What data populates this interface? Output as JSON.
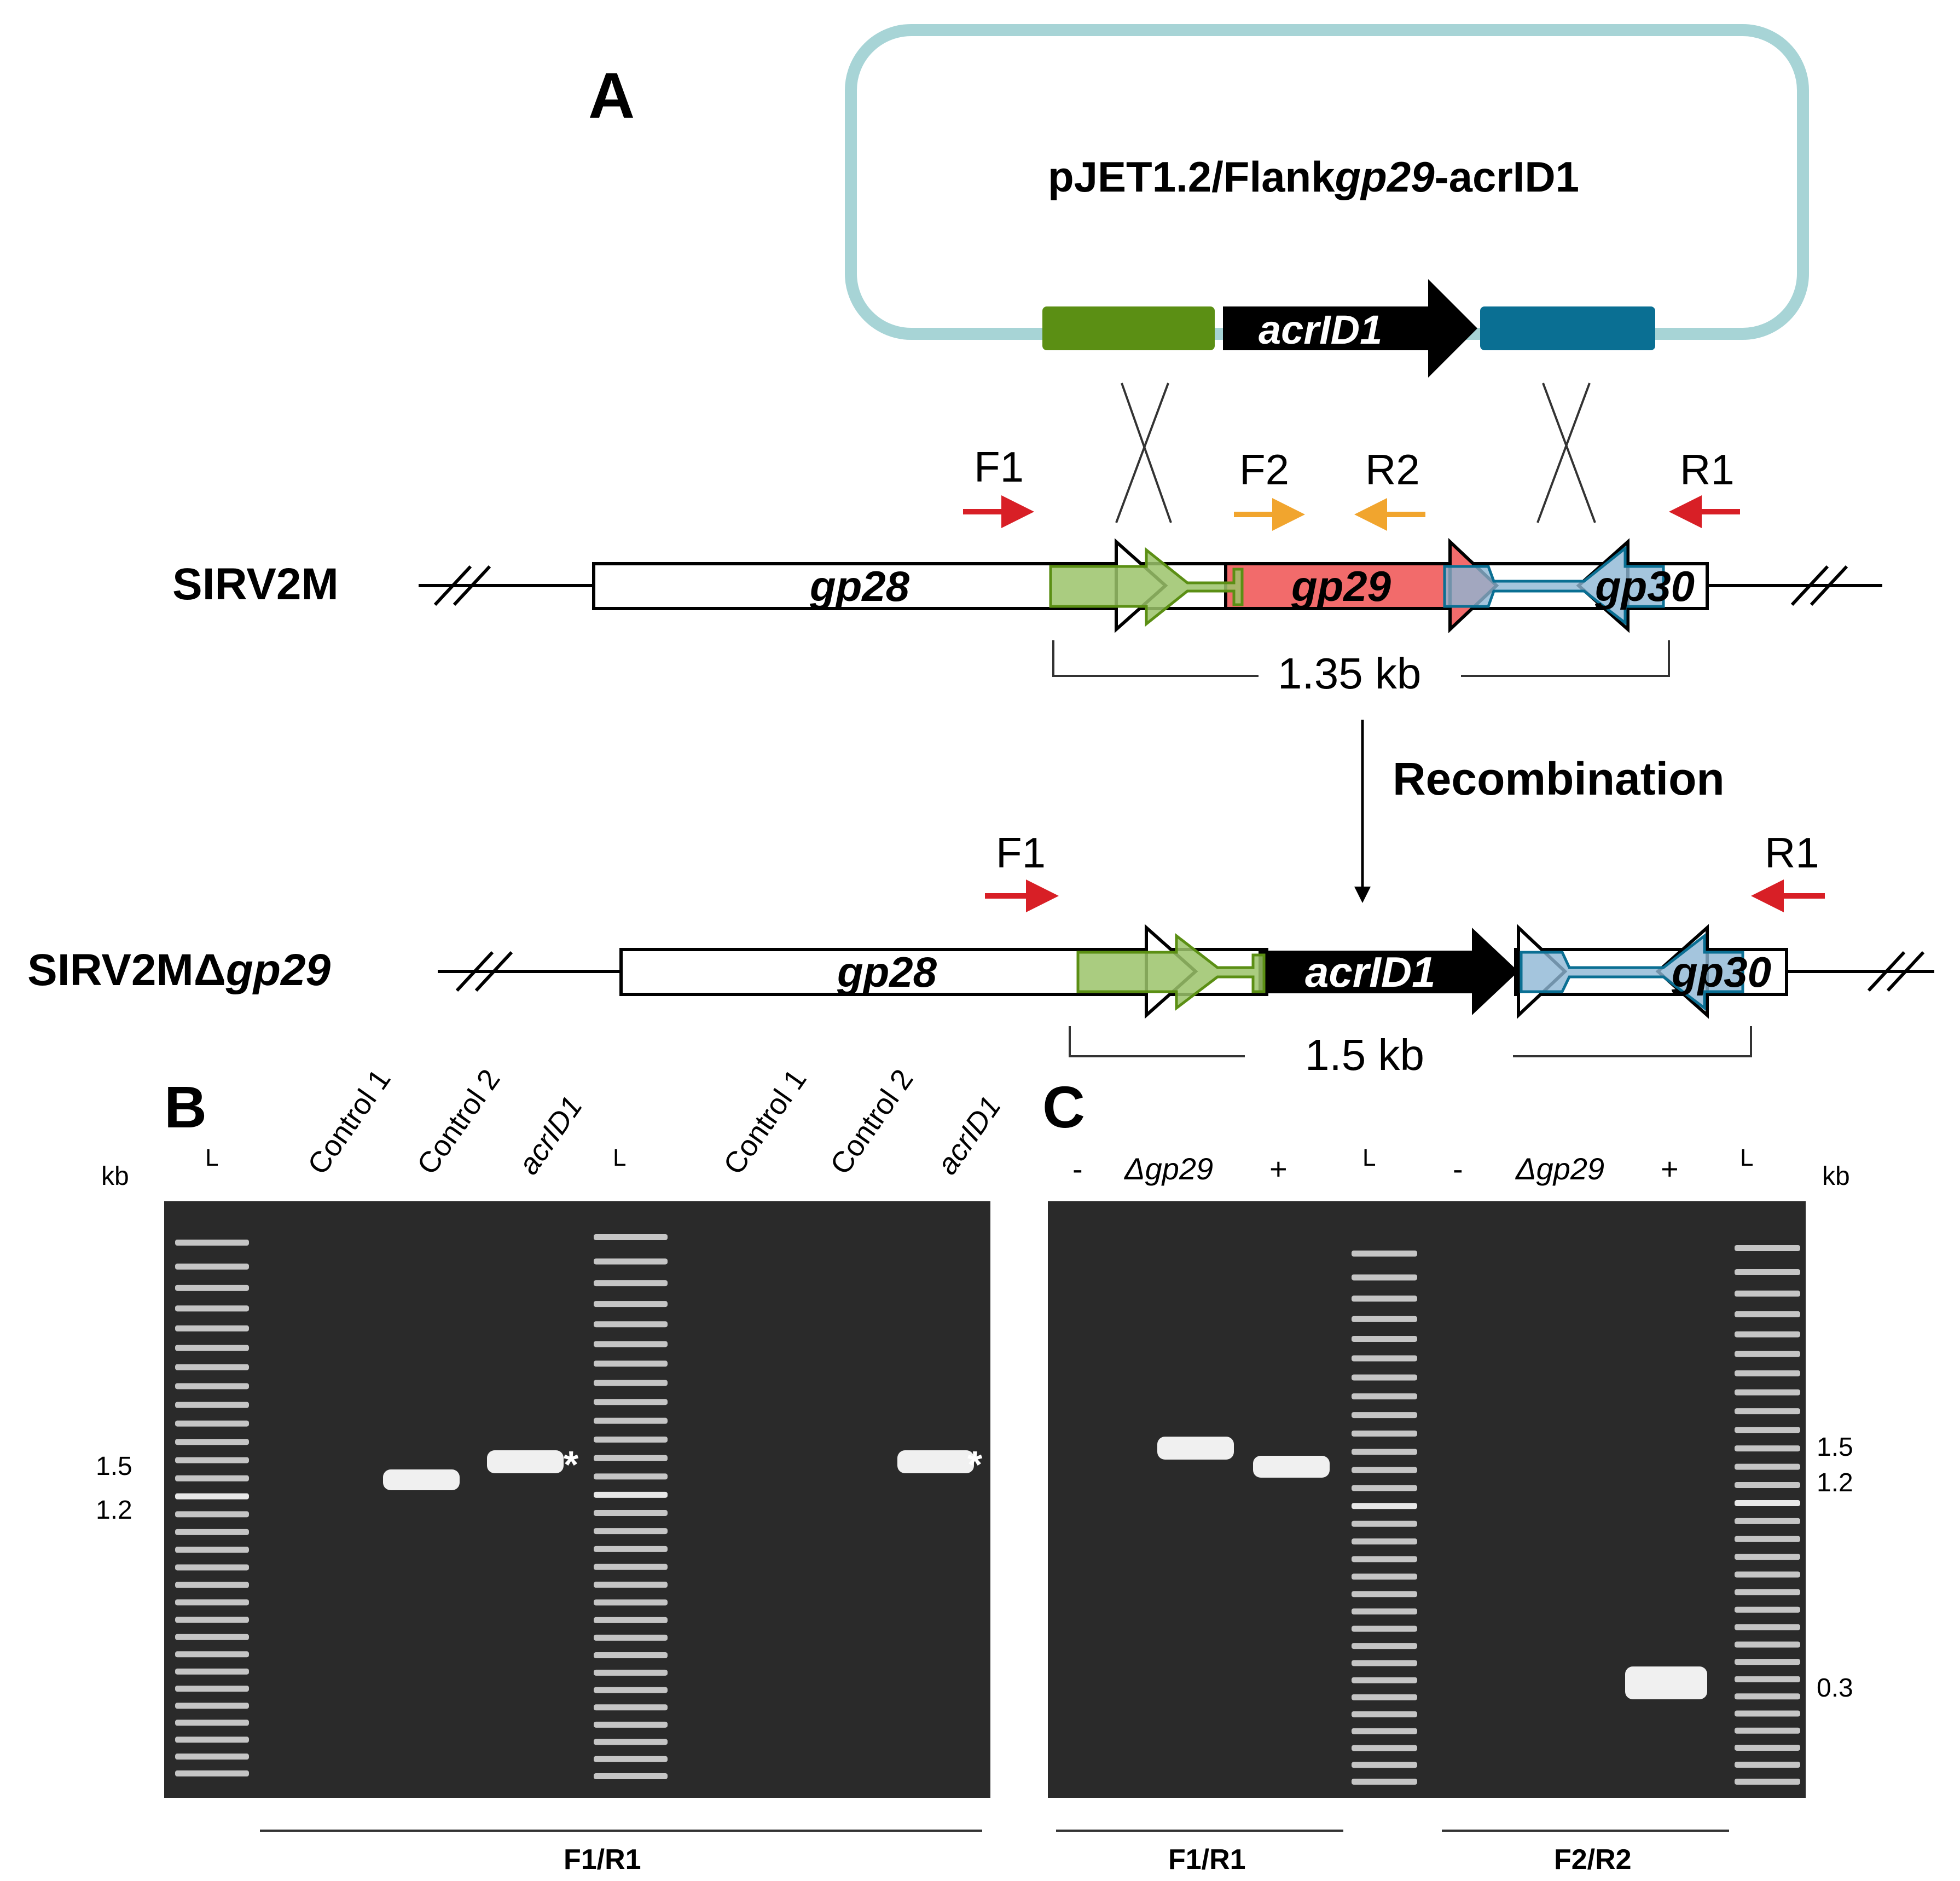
{
  "colors": {
    "plasmid": "#a7d4d6",
    "green_flank": "#5b8f14",
    "green_flank_light": "#a8c97a",
    "blue_flank": "#0a6f93",
    "blue_flank_light": "#9ec3dc",
    "gp29": "#f26b6b",
    "primer_red": "#d81f26",
    "primer_orange": "#f1a52e",
    "gel_bg": "#2a2a2a"
  },
  "panelA": {
    "letter": "A",
    "plasmid_prefix": "pJET1.2/Flank",
    "plasmid_italic": "gp29",
    "plasmid_suffix": "-acrID1",
    "plasmid_gene": "acrID1",
    "f1": "F1",
    "f2": "F2",
    "r2": "R2",
    "r1": "R1",
    "genome1_label": "SIRV2M",
    "gene_gp28": "gp28",
    "gene_gp29": "gp29",
    "gene_gp30": "gp30",
    "size1": "1.35 kb",
    "recombination": "Recombination",
    "genome2_label_prefix": "SIRV2MΔ",
    "genome2_label_italic": "gp29",
    "gene2_gp28": "gp28",
    "gene2_acr": "acrID1",
    "gene2_gp30": "gp30",
    "f1b": "F1",
    "r1b": "R1",
    "size2": "1.5 kb"
  },
  "panelB": {
    "letter": "B",
    "kb": "kb",
    "lanes": [
      "L",
      "Control 1",
      "Control 2",
      "acrID1",
      "L",
      "Control 1",
      "Control 2",
      "acrID1"
    ],
    "marker_15": "1.5",
    "marker_12": "1.2",
    "star": "*",
    "primer_pair": "F1/R1"
  },
  "panelC": {
    "letter": "C",
    "kb": "kb",
    "lanes": [
      "-",
      "Δgp29",
      "+",
      "L",
      "-",
      "Δgp29",
      "+",
      "L"
    ],
    "marker_15": "1.5",
    "marker_12": "1.2",
    "marker_03": "0.3",
    "primer_pair_1": "F1/R1",
    "primer_pair_2": "F2/R2"
  }
}
